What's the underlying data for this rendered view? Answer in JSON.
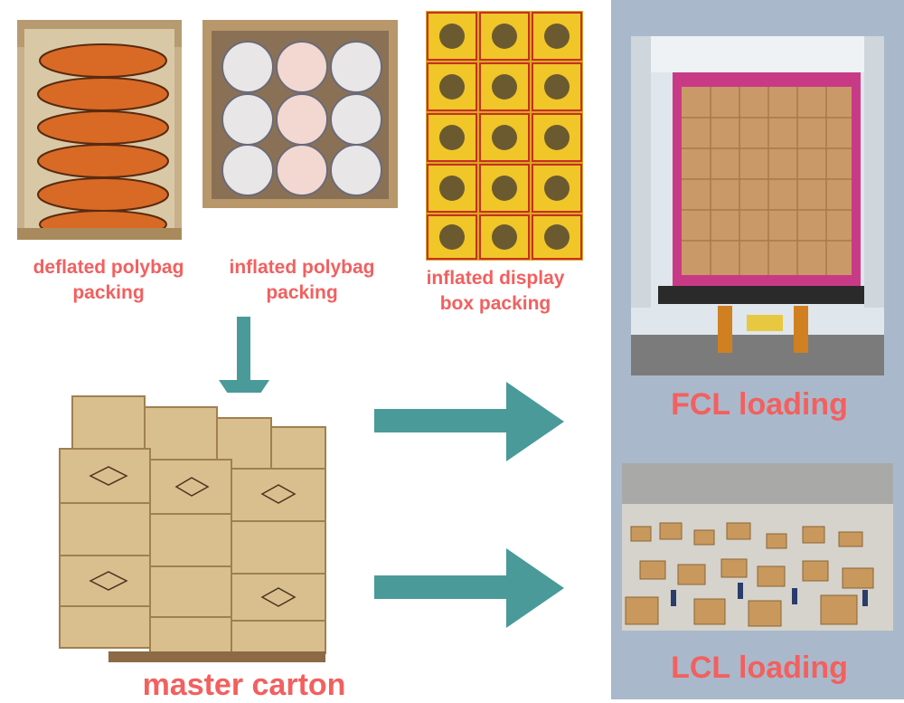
{
  "labels": {
    "deflated": "deflated polybag packing",
    "inflated": "inflated polybag packing",
    "display": "inflated display box packing",
    "master": "master carton",
    "fcl": "FCL loading",
    "lcl": "LCL loading"
  },
  "photos": {
    "deflated": "deflated basketballs in polybags in box",
    "inflated": "inflated soccer balls in polybags in box",
    "display": "yellow display boxes stack",
    "master": "pallet of master cartons",
    "fcl": "container fully loaded with cartons",
    "lcl": "warehouse consolidation floor"
  },
  "colors": {
    "label": "#f2605f",
    "arrow": "#4a9a9a",
    "panel": "#a9b9cb"
  }
}
